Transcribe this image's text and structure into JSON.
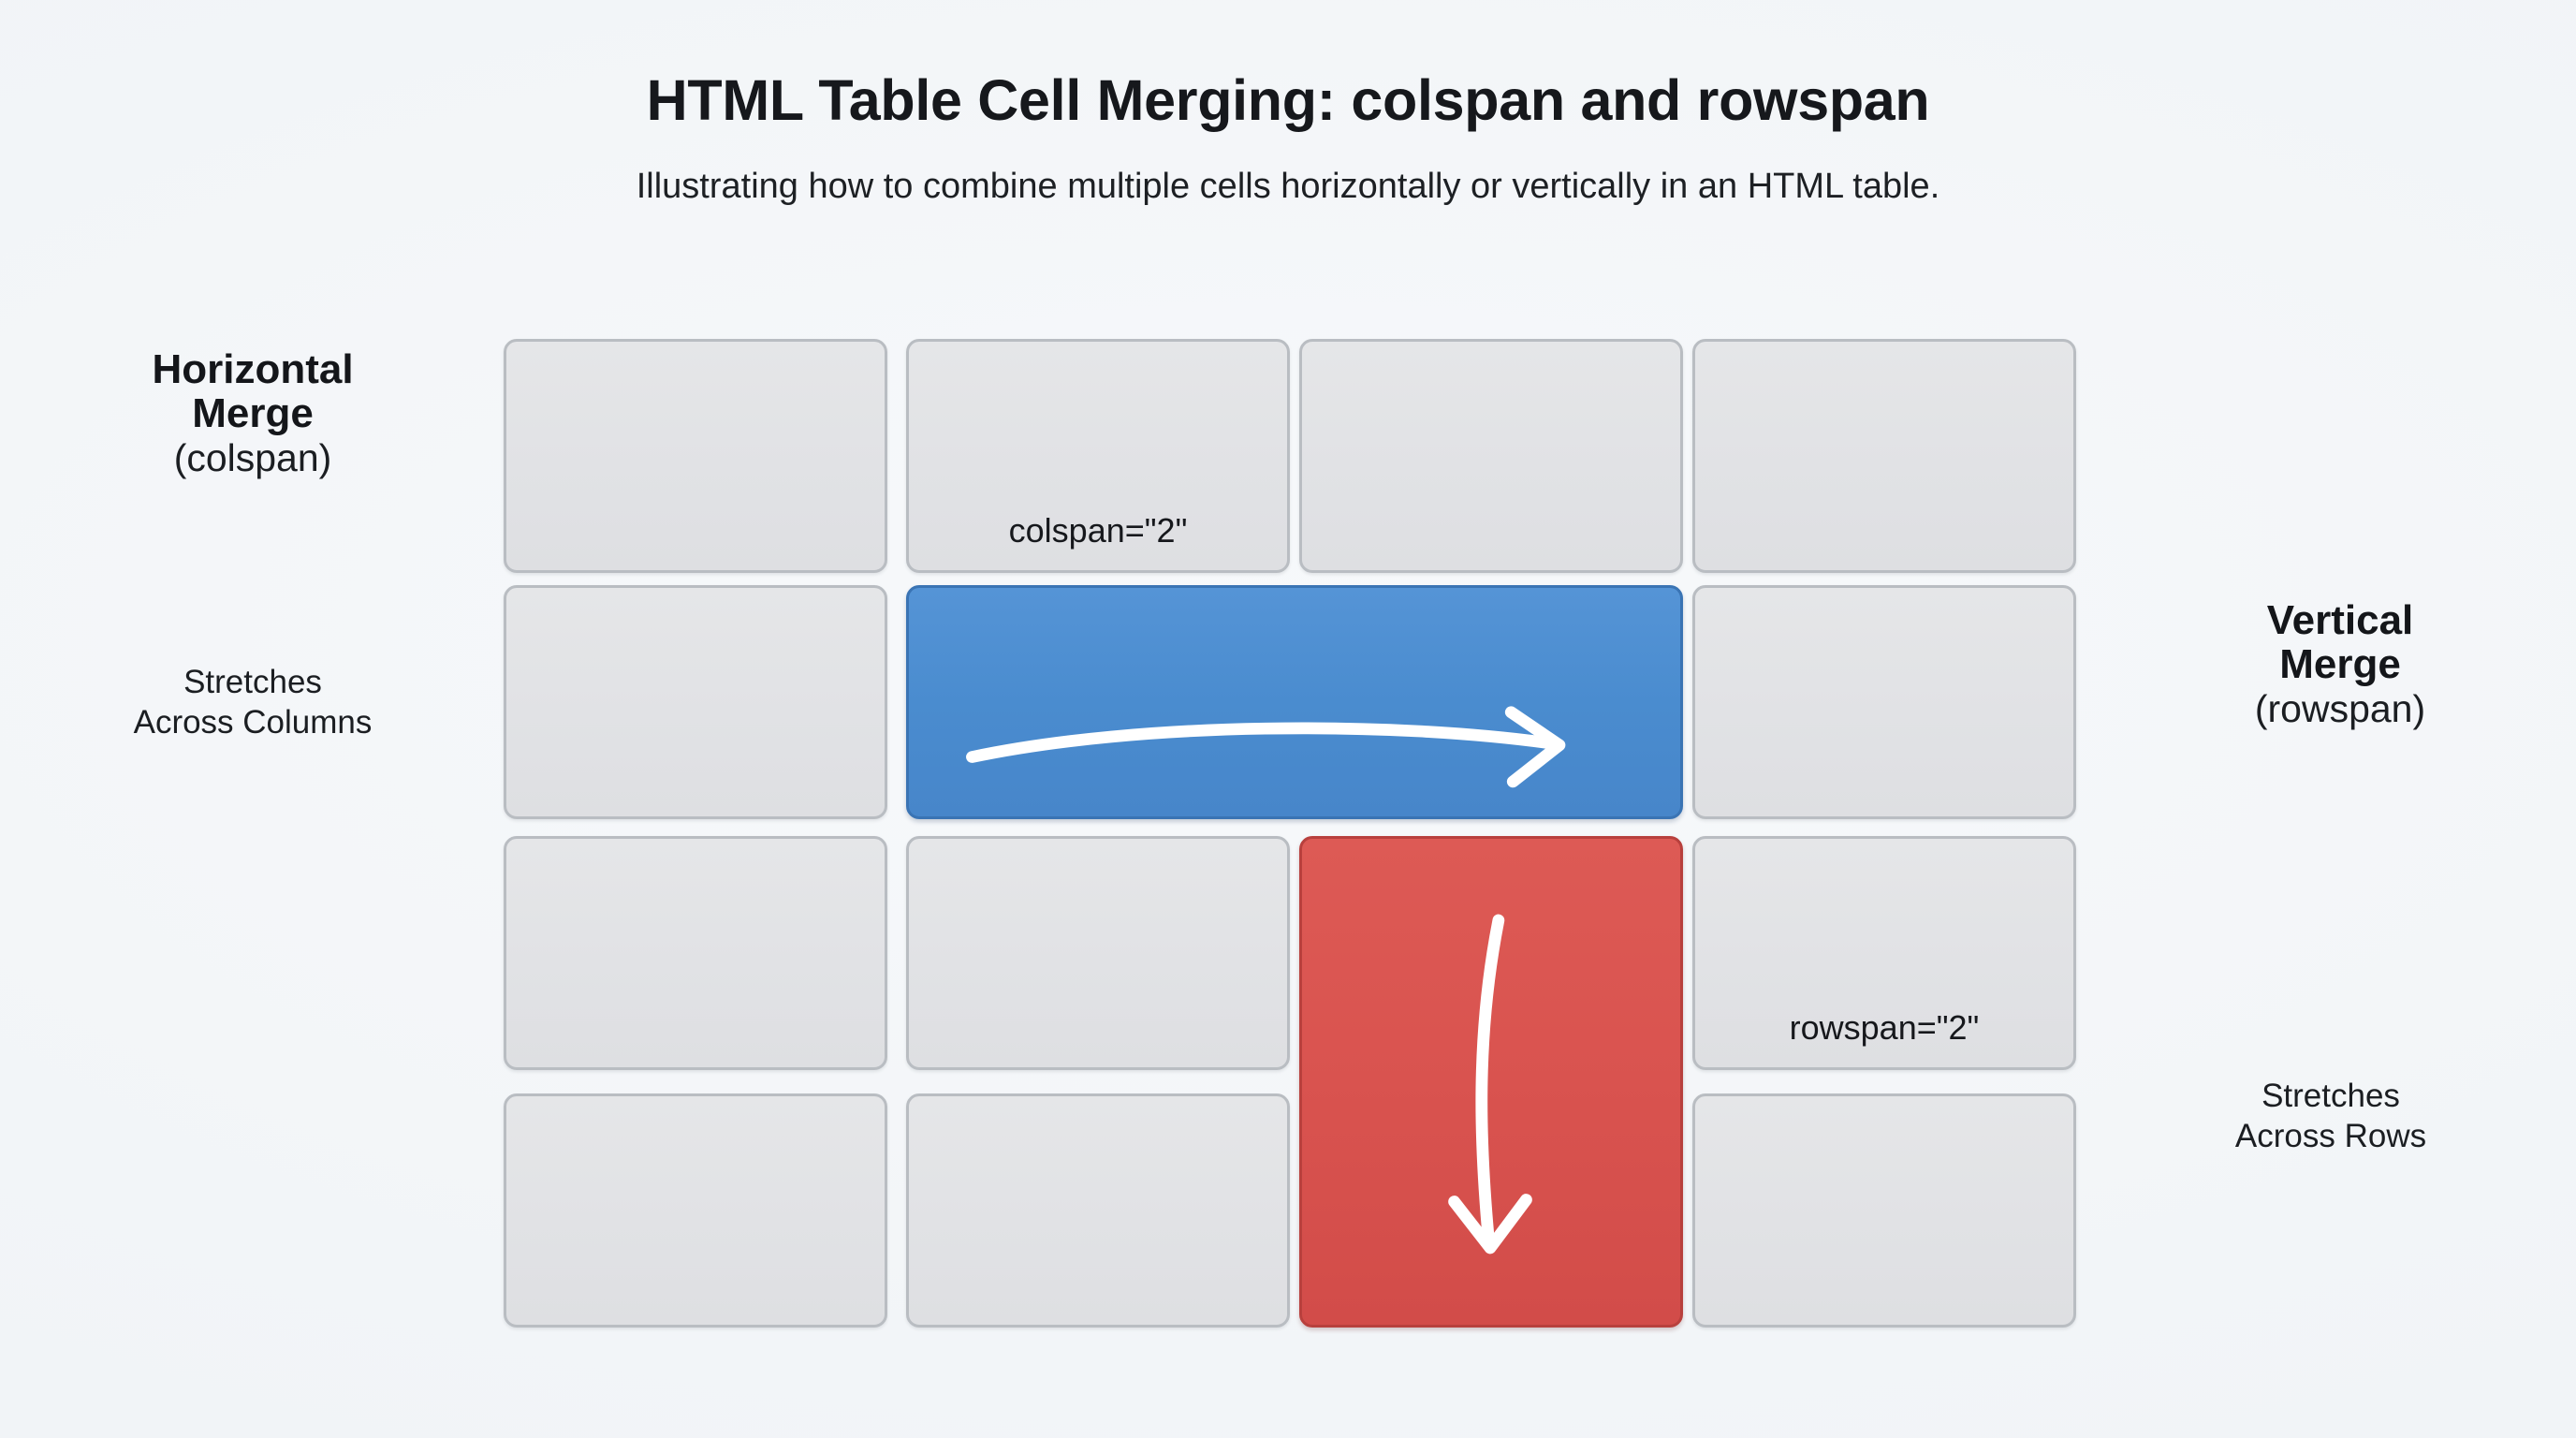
{
  "header": {
    "title": "HTML Table Cell Merging: colspan and rowspan",
    "subtitle": "Illustrating how to combine multiple cells horizontally or vertically in an HTML table."
  },
  "annotations": {
    "left": {
      "heading_line1": "Horizontal",
      "heading_line2": "Merge",
      "heading_sub": "(colspan)",
      "note_line1": "Stretches",
      "note_line2": "Across Columns"
    },
    "right": {
      "heading_line1": "Vertical",
      "heading_line2": "Merge",
      "heading_sub": "(rowspan)",
      "note_line1": "Stretches",
      "note_line2": "Across Rows"
    }
  },
  "table": {
    "columns": 4,
    "rows": 4,
    "colspan_label": "colspan=\"2\"",
    "rowspan_label": "rowspan=\"2\"",
    "merged_cells": [
      {
        "name": "colspan-cell",
        "color": "#4a8ccf",
        "row": 2,
        "col": 2,
        "colspan": 2,
        "rowspan": 1,
        "arrow": "right"
      },
      {
        "name": "rowspan-cell",
        "color": "#d9534f",
        "row": 3,
        "col": 3,
        "colspan": 1,
        "rowspan": 2,
        "arrow": "down"
      }
    ]
  },
  "colors": {
    "background": "#f2f5f8",
    "cell_fill": "#e1e2e5",
    "cell_border": "#b9bdc2",
    "colspan_blue": "#4a8ccf",
    "rowspan_red": "#d9534f",
    "arrow_white": "#ffffff",
    "text": "#16181c"
  }
}
